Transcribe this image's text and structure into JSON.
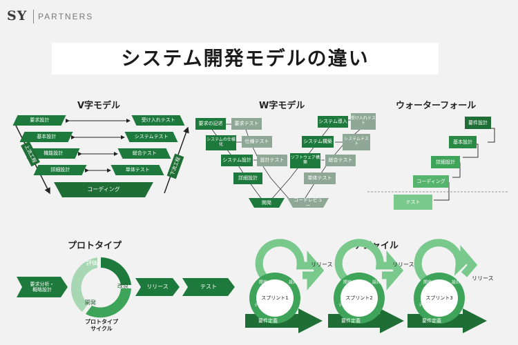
{
  "logo": {
    "brand": "SY",
    "sub": "PARTNERS"
  },
  "title": "システム開発モデルの違い",
  "colors": {
    "dark": "#1e7a3c",
    "mid": "#3ea45a",
    "light": "#79c98c",
    "pale": "#a8d8b3",
    "gray": "#7a8a7f",
    "bg": "#f2f2f2"
  },
  "v_model": {
    "title": "V字モデル",
    "left": [
      "要求設計",
      "基本設計",
      "機能設計",
      "詳細設計"
    ],
    "right": [
      "受け入れテスト",
      "システムテスト",
      "総合テスト",
      "単体テスト"
    ],
    "bottom": "コーディング",
    "up_label": "上流工程",
    "down_label": "下流工程"
  },
  "w_model": {
    "title": "W字モデル",
    "left_dark": [
      "要求の記述",
      "システムの仕様化",
      "システム設計",
      "詳細設計"
    ],
    "left_light": [
      "要求テスト",
      "仕様テスト",
      "設計テスト"
    ],
    "right_dark": [
      "システム導入",
      "システム構築",
      "ソフトウェア構築"
    ],
    "right_light": [
      "受け入れテスト",
      "システムテスト",
      "総合テスト",
      "単体テスト"
    ],
    "bottom_left": "開発",
    "bottom_right": "コードレビュー"
  },
  "waterfall": {
    "title": "ウォーターフォール",
    "steps": [
      "要件設計",
      "基本設計",
      "詳細設計",
      "コーディング",
      "テスト"
    ]
  },
  "prototype": {
    "title": "プロトタイプ",
    "start": "要求分析・\n概略設計",
    "cycle": [
      "評価",
      "改良",
      "開発"
    ],
    "cycle_label": "プロトタイプ\nサイクル",
    "after": [
      "リリース",
      "テスト"
    ]
  },
  "agile": {
    "title": "アジャイル",
    "release": "リリース",
    "sprints": [
      "スプリント1",
      "スプリント2",
      "スプリント3"
    ],
    "ring": [
      "開発",
      "設計",
      "テスト"
    ],
    "req": "要件定義"
  }
}
